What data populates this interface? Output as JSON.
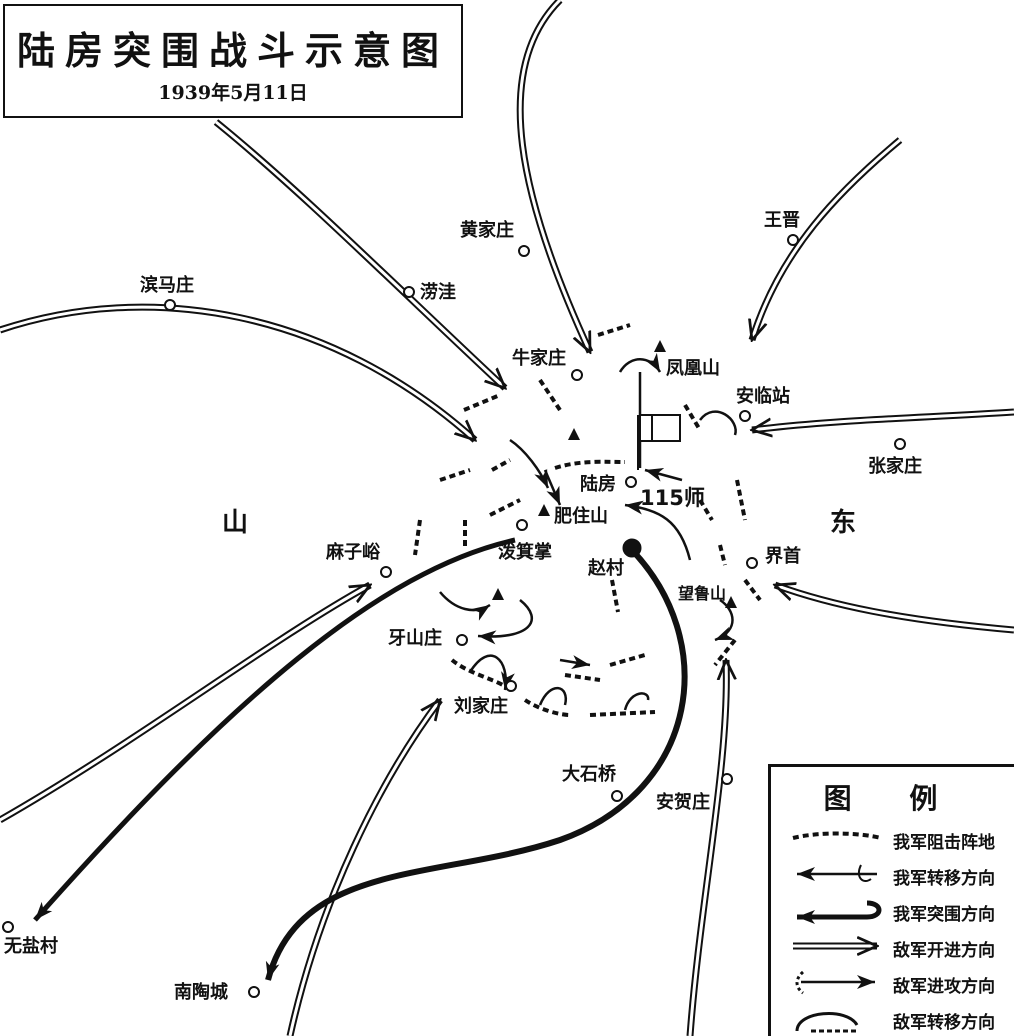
{
  "title": {
    "main": "陆房突围战斗示意图",
    "date": "1939年5月11日"
  },
  "regions": {
    "left": "山",
    "right": "东"
  },
  "places": {
    "huangjiazhuang": "黄家庄",
    "wangjin": "王晋",
    "bingmazhuang": "滨马庄",
    "laowa": "涝洼",
    "niujiazhuang": "牛家庄",
    "fenghuangshan": "凤凰山",
    "anlinzhan": "安临站",
    "zhangjiazhuang": "张家庄",
    "lufang": "陆房",
    "division": "115师",
    "feizhushan": "肥住山",
    "pojizhang": "泼箕掌",
    "mazilu": "麻子峪",
    "jieshou": "界首",
    "zhaocun": "赵村",
    "wangrushan": "望鲁山",
    "yashanzhuang": "牙山庄",
    "liujiazhuang": "刘家庄",
    "dashiqiao": "大石桥",
    "anhezhuang": "安贺庄",
    "wuyancun": "无盐村",
    "nantaocheng": "南陶城"
  },
  "legend": {
    "title": "图 例",
    "items": [
      {
        "key": "block",
        "label": "我军阻击阵地"
      },
      {
        "key": "transfer",
        "label": "我军转移方向"
      },
      {
        "key": "breakout",
        "label": "我军突围方向"
      },
      {
        "key": "enemy_advance",
        "label": "敌军开进方向"
      },
      {
        "key": "enemy_attack",
        "label": "敌军进攻方向"
      },
      {
        "key": "enemy_shift",
        "label": "敌军转移方向"
      }
    ]
  }
}
